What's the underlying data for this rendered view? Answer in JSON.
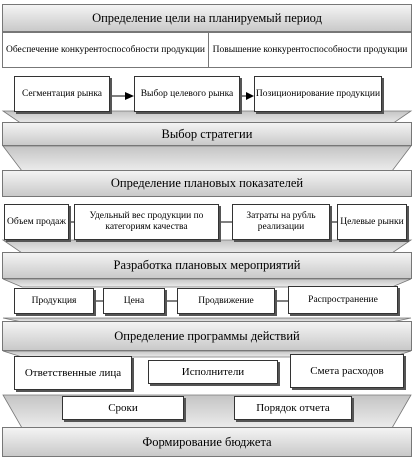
{
  "steps": {
    "s1": "Определение цели на планируемый период",
    "s2": "Выбор стратегии",
    "s3": "Определение плановых показателей",
    "s4": "Разработка плановых мероприятий",
    "s5": "Определение программы действий",
    "s6": "Формирование бюджета"
  },
  "goals": {
    "left": "Обеспечение конкурентоспособности продукции",
    "right": "Повышение конкурентоспособности продукции"
  },
  "market": [
    "Сегментация рынка",
    "Выбор целевого рынка",
    "Позиционирование продукции"
  ],
  "indicators": [
    "Объем продаж",
    "Удельный вес продукции по категориям качества",
    "Затраты на рубль реализации",
    "Целевые рынки"
  ],
  "activities": [
    "Продукция",
    "Цена",
    "Продвижение",
    "Распространение"
  ],
  "program": {
    "top": [
      "Ответственные лица",
      "Исполнители",
      "Смета расходов"
    ],
    "bottom": [
      "Сроки",
      "Порядок отчета"
    ]
  }
}
